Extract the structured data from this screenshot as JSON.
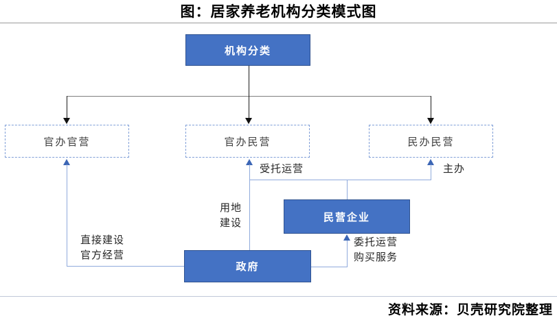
{
  "title": "图：居家养老机构分类模式图",
  "source_note": "资料来源：贝壳研究院整理",
  "nodes": {
    "classification": "机构分类",
    "gov_built_gov_run": "官办官营",
    "gov_built_private_run": "官办民营",
    "private_built_private_run": "民办民营",
    "private_enterprise": "民营企业",
    "government": "政府"
  },
  "edge_labels": {
    "entrusted_operation": "受托运营",
    "host": "主办",
    "land_construction": [
      "用地",
      "建设"
    ],
    "direct_build_official_run": [
      "直接建设",
      "官方经营"
    ],
    "commission_purchase": [
      "委托运营",
      "购买服务"
    ]
  },
  "colors": {
    "node_fill": "#4472C4",
    "node_border": "#2F528F",
    "connector_light_blue": "#8FAADC",
    "arrow_blue": "#3C66B5",
    "connector_black": "#1a1a1a",
    "connector_gray": "#7f7f7f",
    "dashed_border": "#7F9ED7",
    "label_text": "#262626"
  }
}
